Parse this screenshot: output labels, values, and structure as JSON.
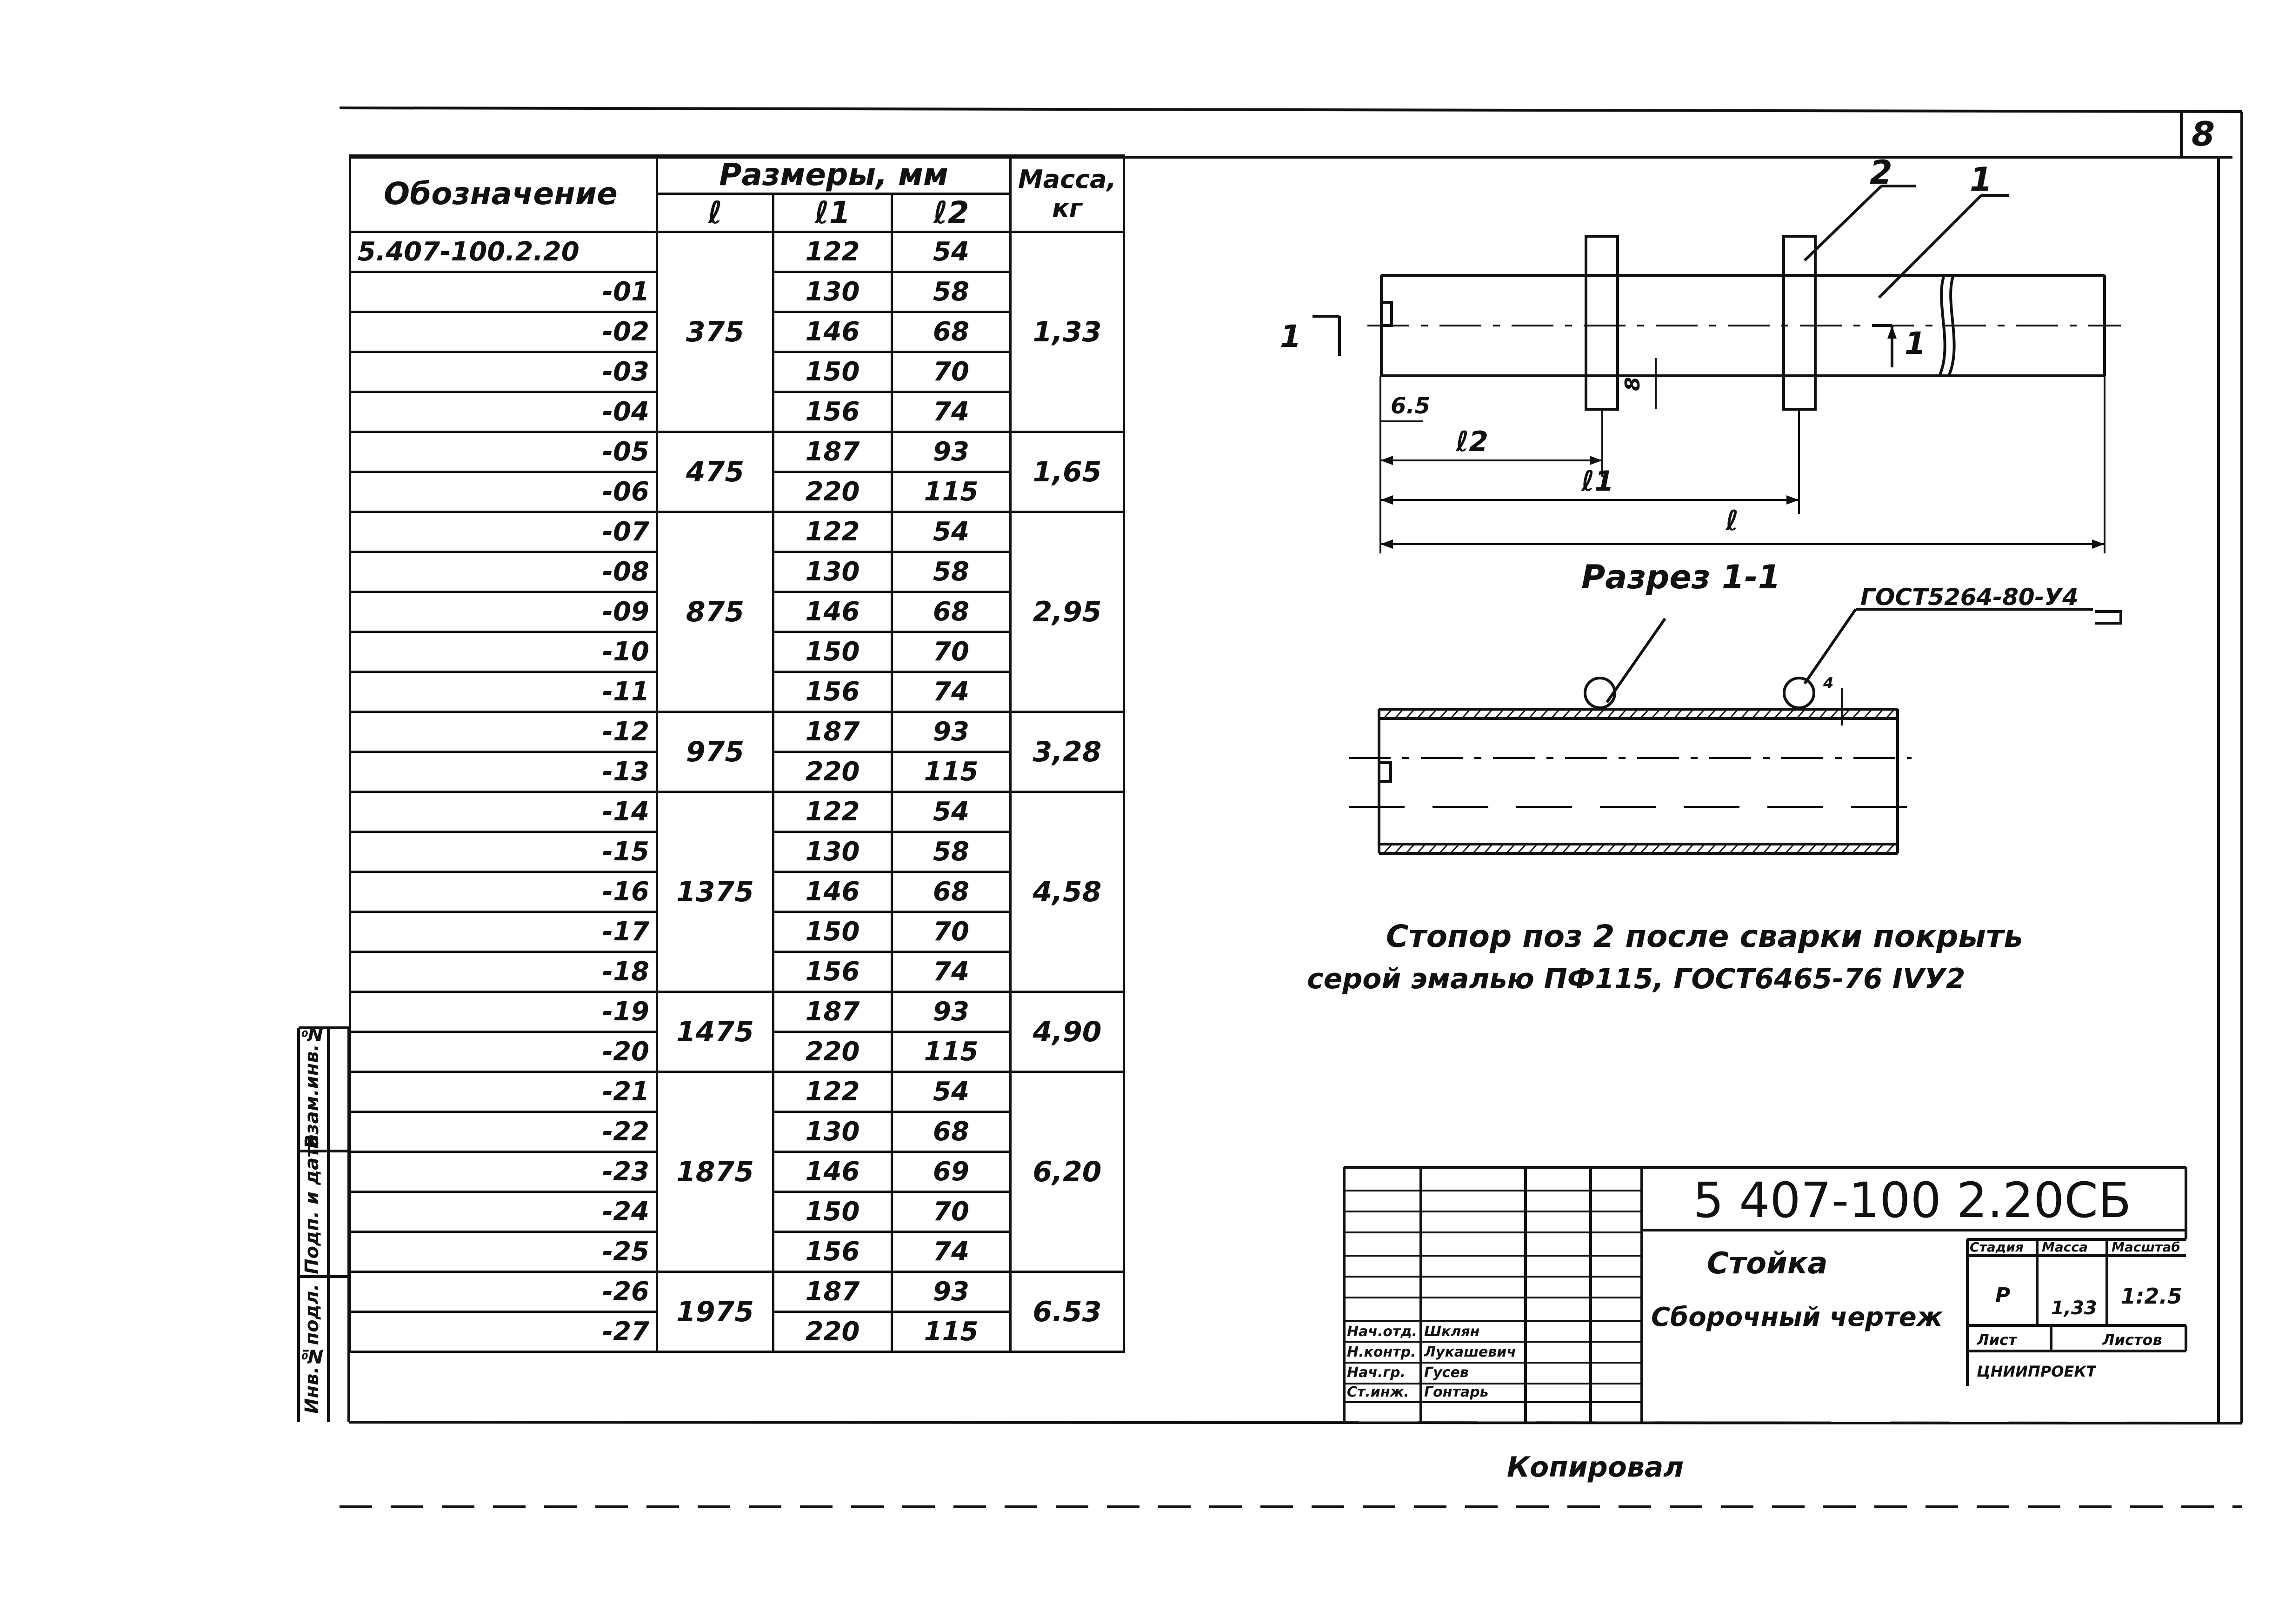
{
  "sheet_number": "8",
  "table": {
    "headers": {
      "designation": "Обозначение",
      "sizes": "Размеры, мм",
      "l": "ℓ",
      "l1": "ℓ1",
      "l2": "ℓ2",
      "mass": "Масса, кг"
    },
    "rows": [
      {
        "des": "5.407-100.2.20",
        "l1": "122",
        "l2": "54"
      },
      {
        "des": "-01",
        "l1": "130",
        "l2": "58"
      },
      {
        "des": "-02",
        "l1": "146",
        "l2": "68"
      },
      {
        "des": "-03",
        "l1": "150",
        "l2": "70"
      },
      {
        "des": "-04",
        "l1": "156",
        "l2": "74"
      },
      {
        "des": "-05",
        "l1": "187",
        "l2": "93"
      },
      {
        "des": "-06",
        "l1": "220",
        "l2": "115"
      },
      {
        "des": "-07",
        "l1": "122",
        "l2": "54"
      },
      {
        "des": "-08",
        "l1": "130",
        "l2": "58"
      },
      {
        "des": "-09",
        "l1": "146",
        "l2": "68"
      },
      {
        "des": "-10",
        "l1": "150",
        "l2": "70"
      },
      {
        "des": "-11",
        "l1": "156",
        "l2": "74"
      },
      {
        "des": "-12",
        "l1": "187",
        "l2": "93"
      },
      {
        "des": "-13",
        "l1": "220",
        "l2": "115"
      },
      {
        "des": "-14",
        "l1": "122",
        "l2": "54"
      },
      {
        "des": "-15",
        "l1": "130",
        "l2": "58"
      },
      {
        "des": "-16",
        "l1": "146",
        "l2": "68"
      },
      {
        "des": "-17",
        "l1": "150",
        "l2": "70"
      },
      {
        "des": "-18",
        "l1": "156",
        "l2": "74"
      },
      {
        "des": "-19",
        "l1": "187",
        "l2": "93"
      },
      {
        "des": "-20",
        "l1": "220",
        "l2": "115"
      },
      {
        "des": "-21",
        "l1": "122",
        "l2": "54"
      },
      {
        "des": "-22",
        "l1": "130",
        "l2": "68"
      },
      {
        "des": "-23",
        "l1": "146",
        "l2": "69"
      },
      {
        "des": "-24",
        "l1": "150",
        "l2": "70"
      },
      {
        "des": "-25",
        "l1": "156",
        "l2": "74"
      },
      {
        "des": "-26",
        "l1": "187",
        "l2": "93"
      },
      {
        "des": "-27",
        "l1": "220",
        "l2": "115"
      }
    ],
    "groups": [
      {
        "start": 0,
        "span": 5,
        "l": "375",
        "mass": "1,33"
      },
      {
        "start": 5,
        "span": 2,
        "l": "475",
        "mass": "1,65"
      },
      {
        "start": 7,
        "span": 5,
        "l": "875",
        "mass": "2,95"
      },
      {
        "start": 12,
        "span": 2,
        "l": "975",
        "mass": "3,28"
      },
      {
        "start": 14,
        "span": 5,
        "l": "1375",
        "mass": "4,58"
      },
      {
        "start": 19,
        "span": 2,
        "l": "1475",
        "mass": "4,90"
      },
      {
        "start": 21,
        "span": 5,
        "l": "1875",
        "mass": "6,20"
      },
      {
        "start": 26,
        "span": 2,
        "l": "1975",
        "mass": "6.53"
      }
    ]
  },
  "drawing": {
    "label_pos2": "2",
    "label_pos1": "1",
    "section_mark": "1",
    "section_mark2": "1",
    "dim_65": "6.5",
    "dim_8": "8",
    "dim_l2": "ℓ2",
    "dim_l1": "ℓ1",
    "dim_l": "ℓ",
    "section_title": "Разрез 1-1",
    "weld_standard": "ГОСТ5264-80-У4",
    "weld_size": "4"
  },
  "note": {
    "line1": "Стопор поз 2 после сварки покрыть",
    "line2": "серой эмалью ПФ115, ГОСТ6465-76 IVУ2"
  },
  "side_stamp": {
    "cells": [
      "Инв.№подл.",
      "Подп. и дата",
      "Взам.инв.№"
    ]
  },
  "title_block": {
    "code": "5 407-100 2.20СБ",
    "name": "Стойка",
    "doc_type": "Сборочный чертеж",
    "col_stage": "Стадия",
    "col_mass": "Масса",
    "col_scale": "Масштаб",
    "stage": "Р",
    "mass": "1,33",
    "scale": "1:2.5",
    "sheet": "Лист",
    "sheets": "Листов",
    "roles": [
      {
        "role": "Нач.отд.",
        "name": "Шклян"
      },
      {
        "role": "Н.контр.",
        "name": "Лукашевич"
      },
      {
        "role": "Нач.гр.",
        "name": "Гусев"
      },
      {
        "role": "Ст.инж.",
        "name": "Гонтарь"
      }
    ],
    "org": "ЦНИИПРОЕКТ"
  },
  "footer": "Копировал"
}
